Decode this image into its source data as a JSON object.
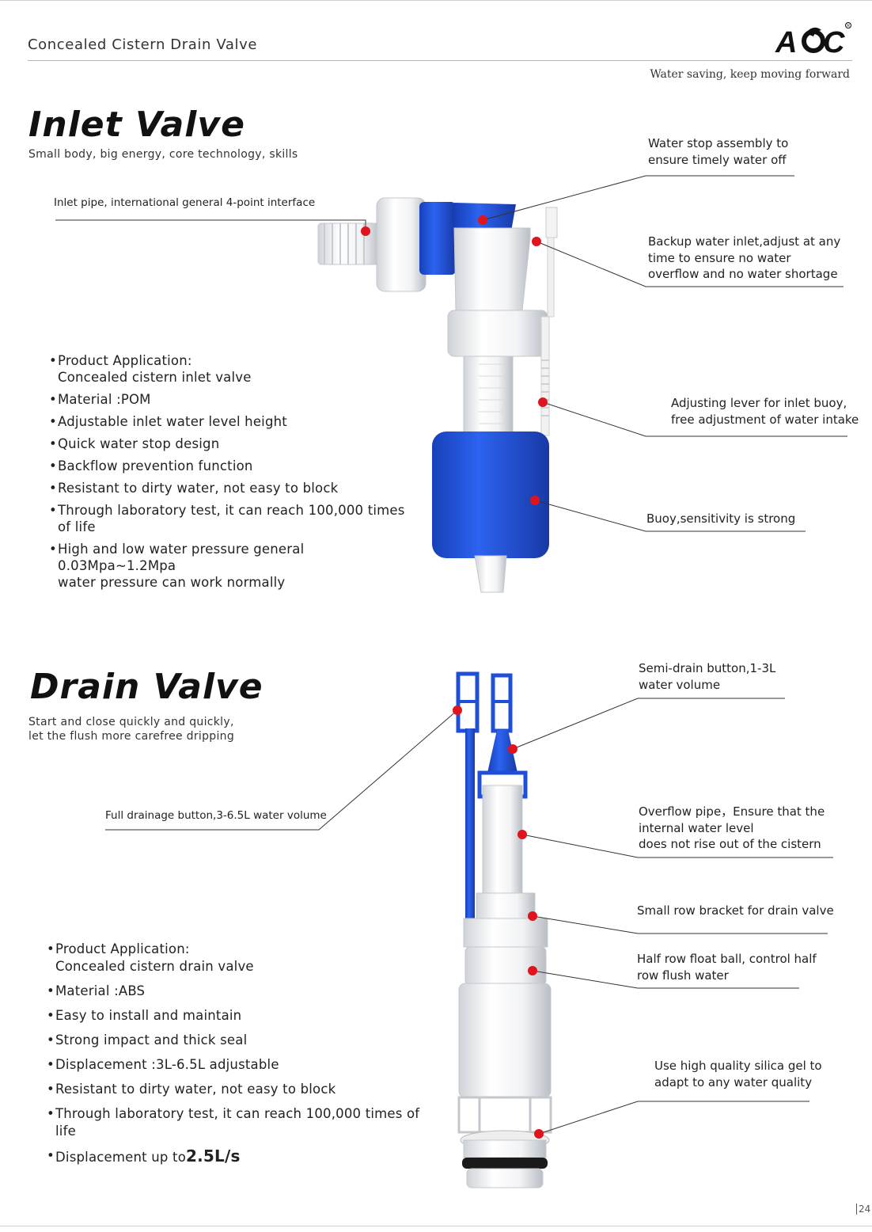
{
  "header": {
    "title": "Concealed Cistern Drain Valve",
    "brand": "AQC",
    "tagline": "Water saving, keep moving forward"
  },
  "inlet": {
    "title": "Inlet Valve",
    "subtitle": "Small body, big energy, core technology, skills",
    "callouts": {
      "pipe": "Inlet pipe, international general 4-point interface",
      "water_stop": [
        "Water stop assembly to",
        "ensure timely water off"
      ],
      "backup": [
        "Backup water inlet,adjust at any",
        "time to ensure no water",
        "overflow and no water shortage"
      ],
      "lever": [
        "Adjusting lever for inlet buoy,",
        "free adjustment of water intake"
      ],
      "buoy": "Buoy,sensitivity is strong"
    },
    "features": [
      {
        "line1": "Product Application:",
        "line2": "Concealed cistern inlet valve"
      },
      {
        "line1": "Material :POM"
      },
      {
        "line1": "Adjustable inlet water level height"
      },
      {
        "line1": "Quick water stop design"
      },
      {
        "line1": "Backflow prevention function"
      },
      {
        "line1": "Resistant to dirty water, not easy to block"
      },
      {
        "line1": "Through laboratory test, it can reach 100,000 times of life"
      },
      {
        "line1": "High and low water pressure general 0.03Mpa~1.2Mpa",
        "line2": "water pressure can work normally"
      }
    ]
  },
  "drain": {
    "title": "Drain Valve",
    "subtitle": [
      "Start and close quickly and quickly,",
      "let the flush more carefree dripping"
    ],
    "callouts": {
      "full": "Full drainage button,3-6.5L water volume",
      "semi": [
        "Semi-drain button,1-3L",
        "water volume"
      ],
      "overflow": [
        "Overflow pipe，Ensure that the",
        "internal water level",
        "does not rise out of the cistern"
      ],
      "bracket": "Small row bracket for drain valve",
      "half_float": [
        "Half row float ball, control half",
        "row flush water"
      ],
      "seal": [
        "Use high quality silica gel to",
        "adapt to any water quality"
      ]
    },
    "features": [
      {
        "line1": "Product Application:",
        "line2": "Concealed cistern drain valve"
      },
      {
        "line1": "Material :ABS"
      },
      {
        "line1": "Easy to install and maintain"
      },
      {
        "line1": "Strong impact and thick seal"
      },
      {
        "line1": "Displacement :3L-6.5L adjustable"
      },
      {
        "line1": "Resistant to dirty water, not easy to block"
      },
      {
        "line1": "Through laboratory test, it can reach 100,000 times of life"
      }
    ],
    "last_feature_prefix": "Displacement up to",
    "last_feature_value": "2.5L/s"
  },
  "page_number": "24",
  "colors": {
    "accent_blue": "#1f4fd6",
    "dot_red": "#e0141d",
    "line": "#333333"
  }
}
